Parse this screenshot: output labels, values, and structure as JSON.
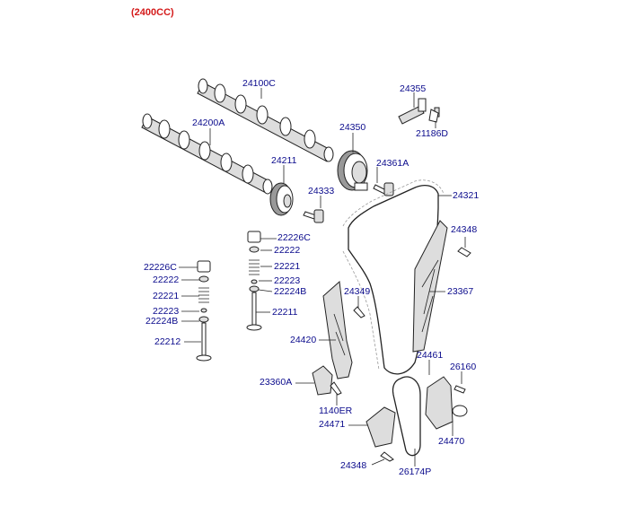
{
  "spec": "(2400CC)",
  "colors": {
    "label": "#0a0a8c",
    "spec": "#d41a1a"
  },
  "parts": {
    "p24100C": "24100C",
    "p24200A": "24200A",
    "p24355": "24355",
    "p21186D": "21186D",
    "p24350": "24350",
    "p24361A": "24361A",
    "p24211": "24211",
    "p24333": "24333",
    "p24321": "24321",
    "p24348a": "24348",
    "p22226C_r": "22226C",
    "p22222_r": "22222",
    "p22221_r": "22221",
    "p22223_r": "22223",
    "p22224B_r": "22224B",
    "p22211": "22211",
    "p22226C_l": "22226C",
    "p22222_l": "22222",
    "p22221_l": "22221",
    "p22223_l": "22223",
    "p22224B_l": "22224B",
    "p22212": "22212",
    "p24349": "24349",
    "p23367": "23367",
    "p24420": "24420",
    "p24461": "24461",
    "p26160": "26160",
    "p23360A": "23360A",
    "p1140ER": "1140ER",
    "p24471": "24471",
    "p24470": "24470",
    "p24348b": "24348",
    "p26174P": "26174P"
  }
}
